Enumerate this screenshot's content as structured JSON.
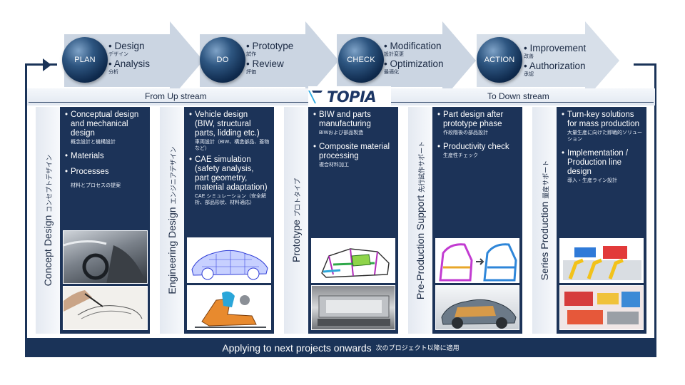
{
  "pdca": [
    {
      "label": "PLAN",
      "items": [
        {
          "main": "• Design",
          "sub": "デザイン"
        },
        {
          "main": "• Analysis",
          "sub": "分析"
        }
      ]
    },
    {
      "label": "DO",
      "items": [
        {
          "main": "• Prototype",
          "sub": "試作"
        },
        {
          "main": "• Review",
          "sub": "評価"
        }
      ]
    },
    {
      "label": "CHECK",
      "items": [
        {
          "main": "• Modification",
          "sub": "設計変更"
        },
        {
          "main": "• Optimization",
          "sub": "最適化"
        }
      ]
    },
    {
      "label": "ACTION",
      "items": [
        {
          "main": "• Improvement",
          "sub": "改善"
        },
        {
          "main": "• Authorization",
          "sub": "承認"
        }
      ]
    }
  ],
  "stream": {
    "left": "From Up stream",
    "right": "To Down stream"
  },
  "logo": {
    "text": "TOPIA"
  },
  "bottom": {
    "main": "Applying to next projects onwards",
    "sub": "次のプロジェクト以降に適用"
  },
  "phases": [
    {
      "title": "Concept Design",
      "title_jp": "コンセプトデザイン",
      "items": [
        {
          "main": "Conceptual design and mechanical design",
          "sub": "概念設計と機構設計"
        },
        {
          "main": "Materials",
          "sub": ""
        },
        {
          "main": "Processes",
          "sub": "材料とプロセスの提案"
        }
      ]
    },
    {
      "title": "Engineering Design",
      "title_jp": "エンジニアデザイン",
      "items": [
        {
          "main": "Vehicle design (BIW, structural parts, lidding etc.)",
          "sub": "車両設計（BIW、構造部品、蓋物など）"
        },
        {
          "main": "CAE simulation (safety analysis, part geometry, material adaptation)",
          "sub": "CAE シミュレーション（安全解析、部品形状、材料適応）"
        }
      ]
    },
    {
      "title": "Prototype",
      "title_jp": "プロトタイプ",
      "items": [
        {
          "main": "BIW and parts manufacturing",
          "sub": "BIWおよび部品製造"
        },
        {
          "main": "Composite material processing",
          "sub": "複合材料加工"
        }
      ]
    },
    {
      "title": "Pre-Production Support",
      "title_jp": "先行試作サポート",
      "items": [
        {
          "main": "Part design after prototype phase",
          "sub": "作段階後の部品設計"
        },
        {
          "main": "Productivity check",
          "sub": "生産性チェック"
        }
      ]
    },
    {
      "title": "Series Production",
      "title_jp": "量産サポート",
      "items": [
        {
          "main": "Turn-key solutions for mass production",
          "sub": "大量生産に向けた即戦的ソリューション"
        },
        {
          "main": "Implementation / Production line design",
          "sub": "導入・生産ライン設計"
        }
      ]
    }
  ],
  "colors": {
    "navy": "#1c3358",
    "frame": "#1a3358",
    "arrow": "#c9d3e0",
    "label_bg": "#e9edf3"
  }
}
